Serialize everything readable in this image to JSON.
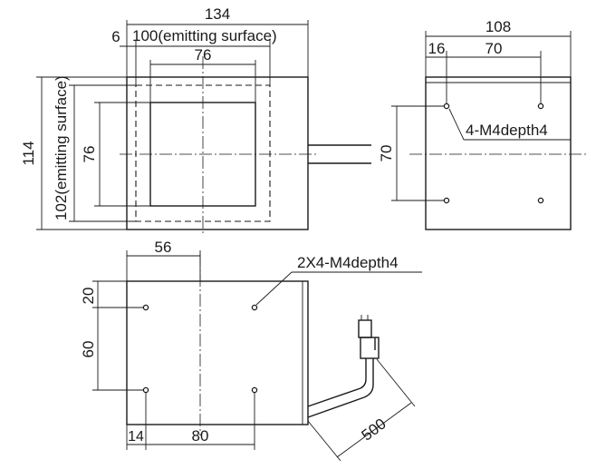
{
  "front_view": {
    "overall_width": "134",
    "emitting_width": "100(emitting surface)",
    "offset": "6",
    "window_width": "76",
    "overall_height": "114",
    "emitting_height": "102(emitting surface)",
    "window_height": "76"
  },
  "side_view": {
    "overall_width": "108",
    "edge_offset": "16",
    "hole_spacing_h": "70",
    "hole_spacing_v": "70",
    "hole_callout": "4-M4depth4"
  },
  "bottom_view": {
    "half_width": "56",
    "hole_callout": "2X4-M4depth4",
    "top_offset": "20",
    "hole_spacing_v": "60",
    "left_offset": "14",
    "hole_spacing_h": "80",
    "cable_length": "500"
  }
}
